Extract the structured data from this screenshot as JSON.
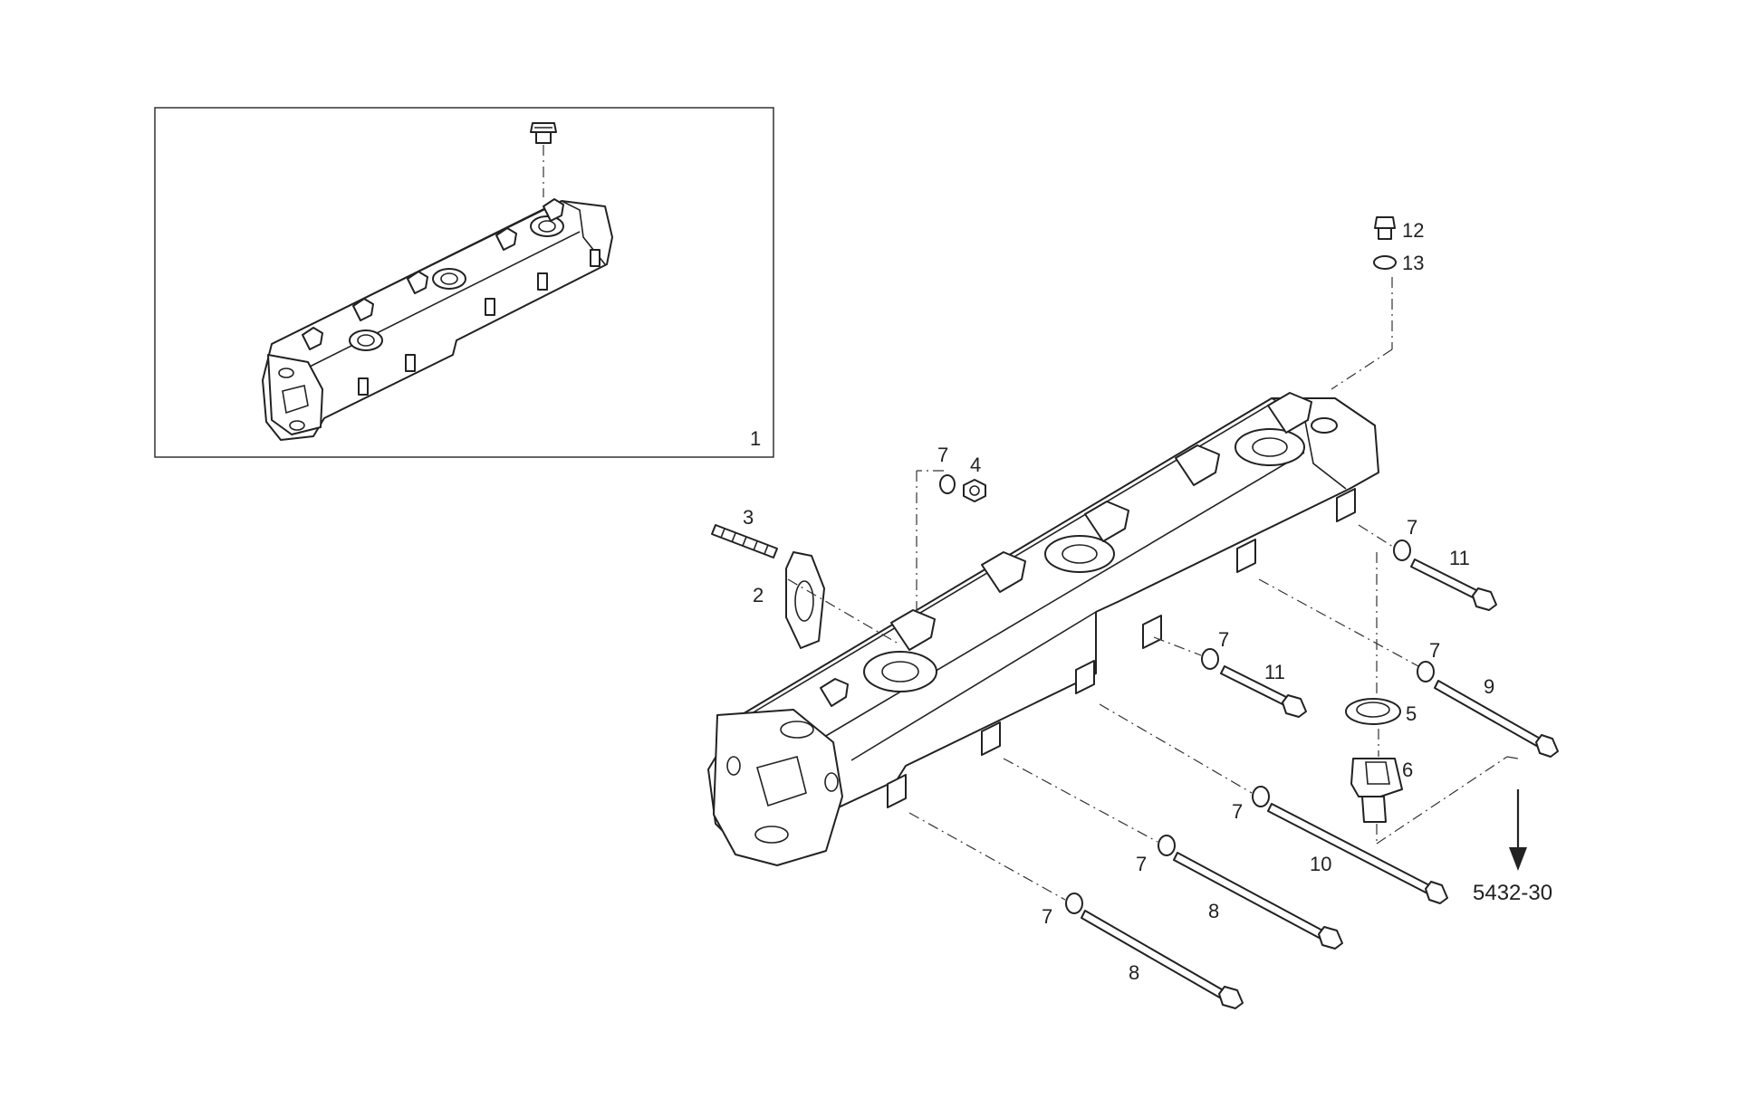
{
  "callouts": {
    "c1": "1",
    "c2": "2",
    "c3": "3",
    "c4": "4",
    "c5": "5",
    "c6": "6",
    "c7": "7",
    "c8": "8",
    "c9": "9",
    "c10": "10",
    "c11": "11",
    "c12": "12",
    "c13": "13"
  },
  "reference": "5432-30"
}
